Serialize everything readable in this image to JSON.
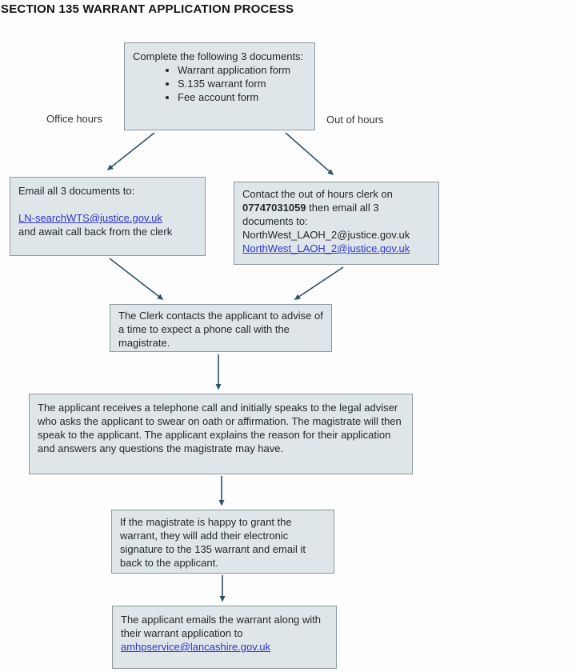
{
  "page": {
    "title": "SECTION 135 WARRANT APPLICATION PROCESS"
  },
  "labels": {
    "office_hours": "Office hours",
    "out_of_hours": "Out of hours"
  },
  "boxes": {
    "complete_documents": {
      "intro": "Complete the following 3 documents:",
      "bullets": [
        "Warrant application form",
        "S.135 warrant form",
        "Fee account form"
      ]
    },
    "office_hours_contact": {
      "line1": "Email all 3 documents to:",
      "email_link": "LN-searchWTS@justice.gov.uk",
      "line2": "and await call back from the clerk"
    },
    "out_of_hours_contact": {
      "text_before_phone": "Contact the out of hours clerk on",
      "phone": "07747031059",
      "text_after_phone": "then email all 3 documents to:",
      "email_plain": "NorthWest_LAOH_2@justice.gov.uk",
      "email_link": "NorthWest_LAOH_2@justice.gov.uk"
    },
    "clerk_contacts": {
      "text": "The Clerk contacts the applicant to advise of a time to expect a phone call with the magistrate."
    },
    "telephone_call": {
      "text": "The applicant receives a telephone call and initially speaks to the legal adviser who asks the applicant to swear on oath or affirmation. The magistrate will then speak to the applicant. The applicant explains the reason for their application and answers any questions the magistrate may have."
    },
    "grant_warrant": {
      "text": "If the magistrate is happy to grant the warrant, they will add their electronic signature to the 135 warrant and email it back to the applicant."
    },
    "email_warrant": {
      "text_before_link": "The applicant emails the warrant along with their warrant application to",
      "email_link": "amhpservice@lancashire.gov.uk"
    }
  },
  "colors": {
    "box_fill": "#dfe6e9",
    "box_border": "#8e989d",
    "arrow": "#2e5166",
    "link": "#3333cc",
    "title_text": "#141414",
    "body_text": "#262626"
  }
}
